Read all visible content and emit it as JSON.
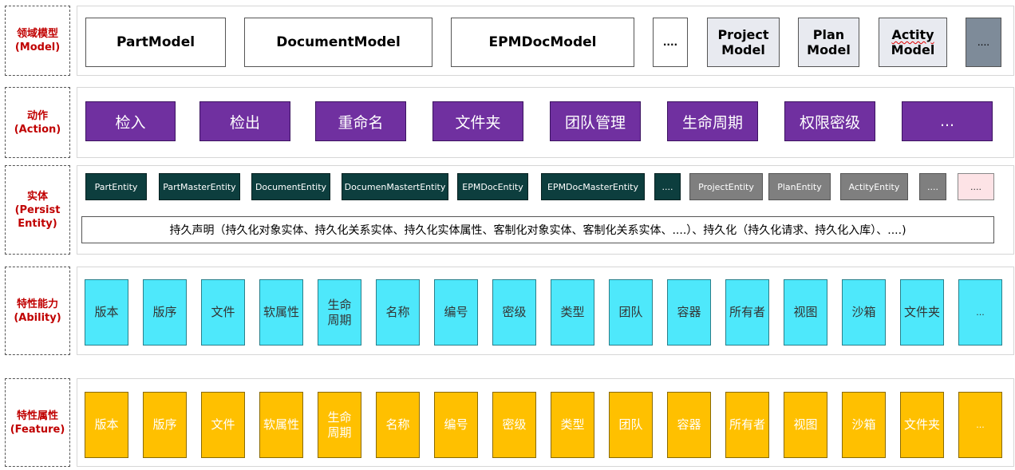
{
  "rows": [
    {
      "label": [
        "领域模型",
        "(Model)"
      ]
    },
    {
      "label": [
        "动作",
        "(Action)"
      ]
    },
    {
      "label": [
        "实体",
        "(Persist",
        "Entity)"
      ]
    },
    {
      "label": [
        "特性能力",
        "(Ability)"
      ]
    },
    {
      "label": [
        "特性属性",
        "(Feature)"
      ]
    }
  ],
  "model": {
    "items": [
      "PartModel",
      "DocumentModel",
      "EPMDocModel",
      "....",
      "Project\nModel",
      "Plan\nModel",
      "Actity\nModel",
      "...."
    ],
    "colors": {
      "gray": "#e8eaf0",
      "dark": "#7e8b99"
    }
  },
  "action": {
    "items": [
      "检入",
      "检出",
      "重命名",
      "文件夹",
      "团队管理",
      "生命周期",
      "权限密级",
      "..."
    ],
    "color": "#7030a0"
  },
  "entity": {
    "items": [
      "PartEntity",
      "PartMasterEntity",
      "DocumentEntity",
      "DocumenMastertEntity",
      "EPMDocEntity",
      "EPMDocMasterEntity",
      "....",
      "ProjectEntity",
      "PlanEntity",
      "ActityEntity",
      "....",
      "...."
    ],
    "declaration": "持久声明（持久化对象实体、持久化关系实体、持久化实体属性、客制化对象实体、客制化关系实体、....）、持久化（持久化请求、持久化入库）、....)",
    "colors": {
      "dark": "#0d3e3e",
      "gray": "#7f7f7f",
      "pink": "#fde3e6"
    }
  },
  "ability": {
    "items": [
      "版本",
      "版序",
      "文件",
      "软属性",
      "生命\n周期",
      "名称",
      "编号",
      "密级",
      "类型",
      "团队",
      "容器",
      "所有者",
      "视图",
      "沙箱",
      "文件夹",
      "..."
    ],
    "color": "#4ee8fb"
  },
  "feature": {
    "items": [
      "版本",
      "版序",
      "文件",
      "软属性",
      "生命\n周期",
      "名称",
      "编号",
      "密级",
      "类型",
      "团队",
      "容器",
      "所有者",
      "视图",
      "沙箱",
      "文件夹",
      "..."
    ],
    "color": "#ffc000"
  }
}
